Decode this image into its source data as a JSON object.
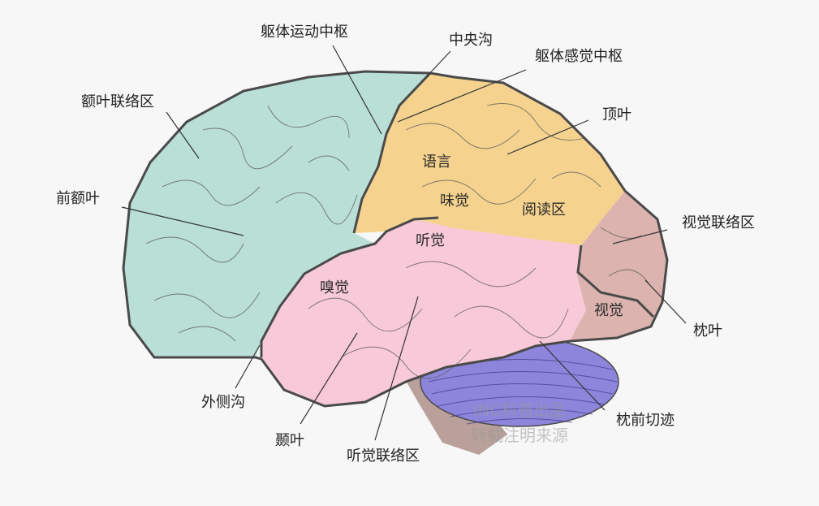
{
  "colors": {
    "background": "#f7f7f7",
    "frontal": "#b9dfd6",
    "parietal": "#f5d38f",
    "temporal": "#f8c9d8",
    "occipital": "#dcb3ae",
    "cerebellum": "#8d85dc",
    "brainstem": "#b9a09b",
    "outline": "#4a4a4a"
  },
  "labels": {
    "motor_cortex": "躯体运动中枢",
    "central_sulcus": "中央沟",
    "somatosensory_cortex": "躯体感觉中枢",
    "frontal_association": "额叶联络区",
    "parietal_lobe": "顶叶",
    "prefrontal": "前额叶",
    "language": "语言",
    "taste": "味觉",
    "reading": "阅读区",
    "hearing": "听觉",
    "visual_association": "视觉联络区",
    "smell": "嗅觉",
    "vision": "视觉",
    "occipital_lobe": "枕叶",
    "lateral_sulcus": "外侧沟",
    "preoccipital_notch": "枕前切迹",
    "temporal_lobe": "颞叶",
    "auditory_association": "听觉联络区"
  },
  "watermark": {
    "line1": "INC科普出品",
    "line2": "转载注明来源"
  }
}
